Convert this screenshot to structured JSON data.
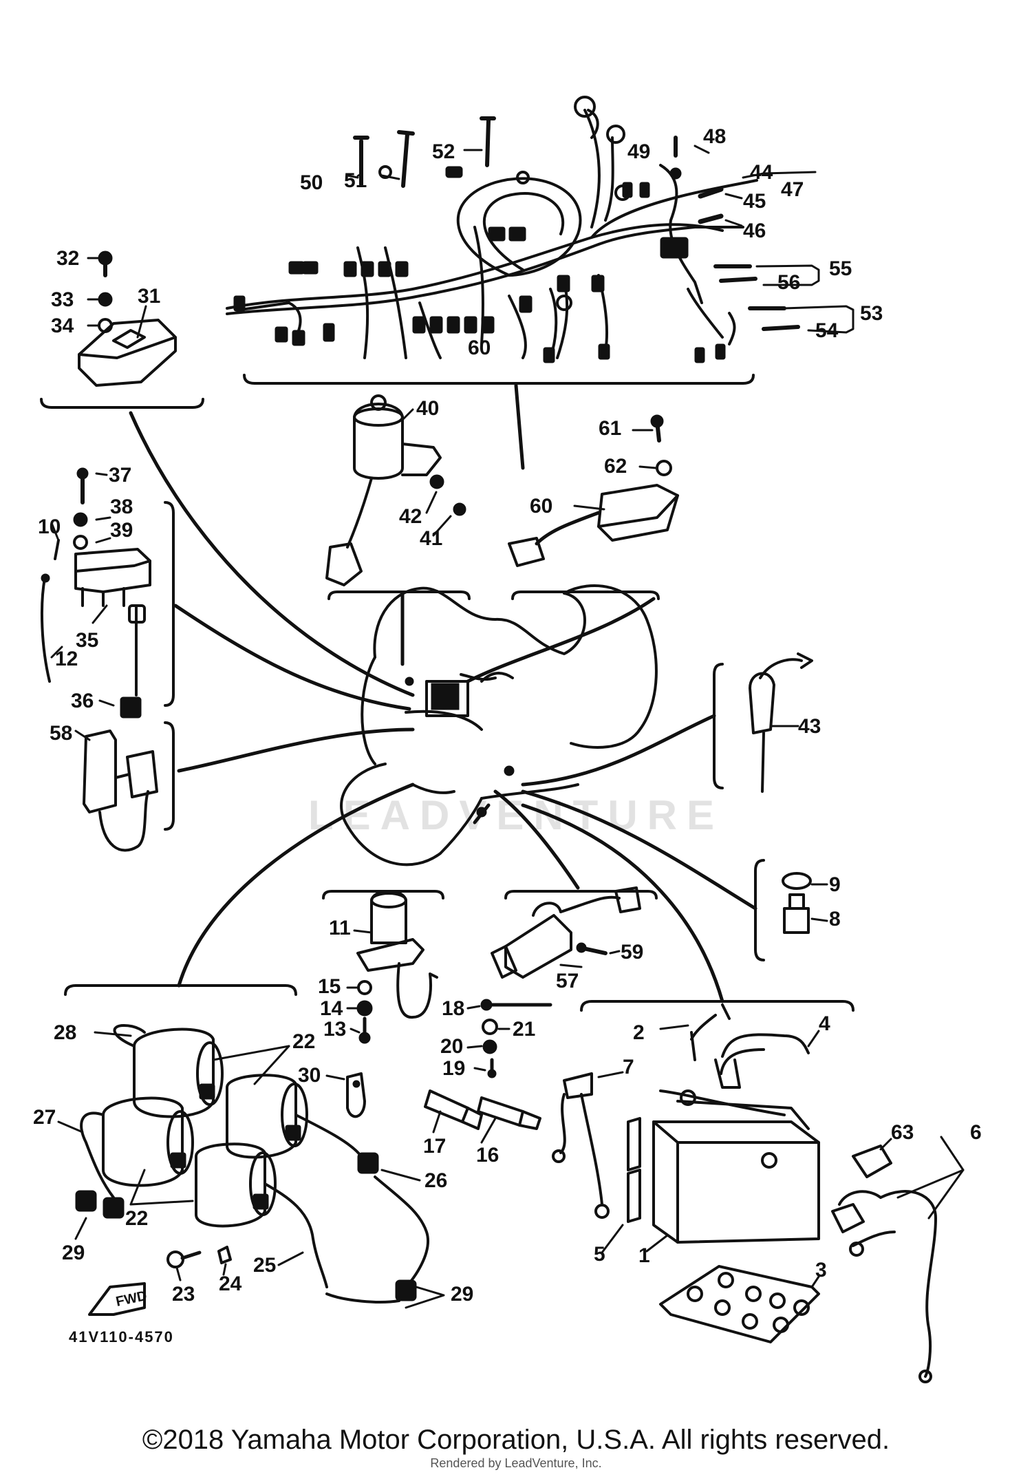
{
  "diagram": {
    "part_number": "41V110-4570",
    "watermark": "LEADVENTURE",
    "direction_arrow_label": "FWD",
    "callouts": [
      "1",
      "2",
      "3",
      "4",
      "5",
      "6",
      "7",
      "8",
      "9",
      "10",
      "11",
      "12",
      "13",
      "14",
      "15",
      "16",
      "17",
      "18",
      "19",
      "20",
      "21",
      "22",
      "22",
      "22",
      "23",
      "24",
      "25",
      "26",
      "27",
      "28",
      "29",
      "29",
      "29",
      "30",
      "31",
      "32",
      "33",
      "34",
      "35",
      "36",
      "37",
      "38",
      "39",
      "40",
      "41",
      "42",
      "43",
      "44",
      "45",
      "46",
      "47",
      "48",
      "49",
      "50",
      "51",
      "52",
      "53",
      "54",
      "55",
      "56",
      "57",
      "58",
      "59",
      "60",
      "60",
      "61",
      "62",
      "63"
    ]
  },
  "footer": {
    "copyright": "©2018 Yamaha Motor Corporation, U.S.A. All rights reserved.",
    "rendered_by": "Rendered by LeadVenture, Inc."
  }
}
